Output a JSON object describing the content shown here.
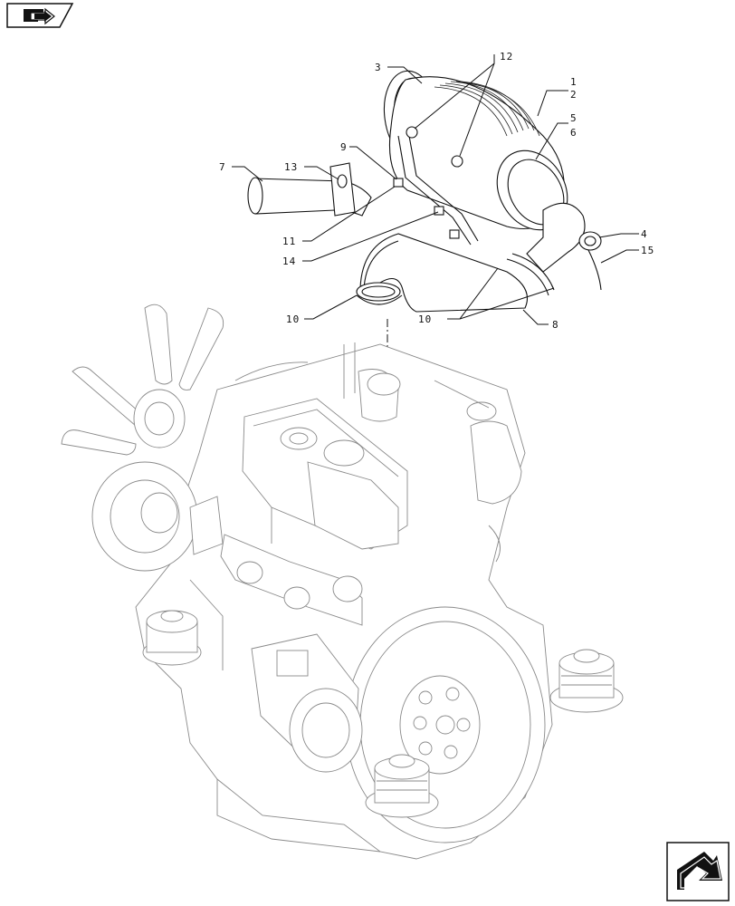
{
  "callouts": [
    "1",
    "2",
    "3",
    "4",
    "5",
    "6",
    "7",
    "9",
    "10",
    "10",
    "11",
    "12",
    "13",
    "14",
    "15",
    "8"
  ],
  "nav": {
    "prev_icon": "book-back-arrow-icon",
    "next_icon": "page-next-arrow-icon"
  }
}
